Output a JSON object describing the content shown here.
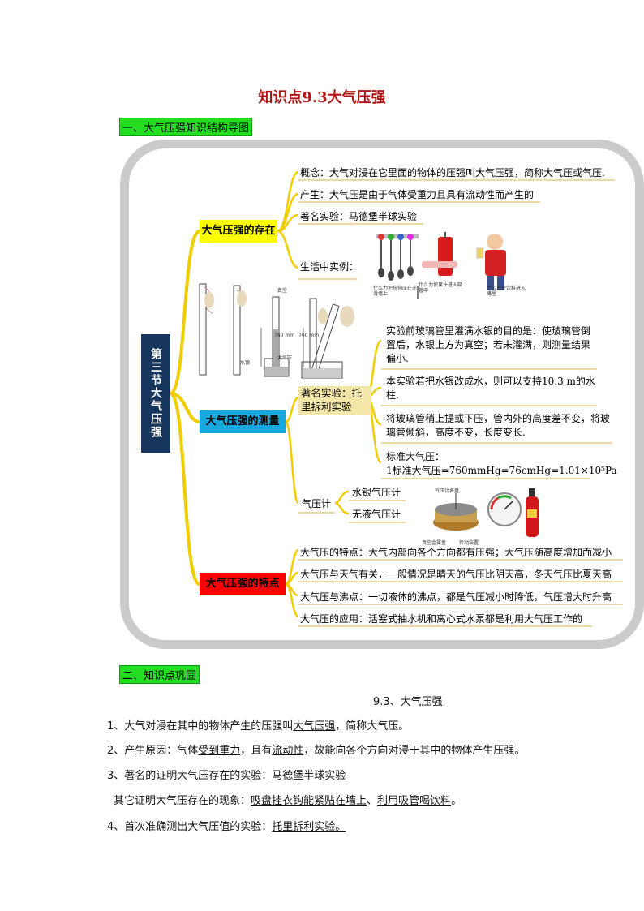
{
  "title": "知识点9.3大气压强",
  "section1": "一、大气压强知识结构导图",
  "mindmap": {
    "root": "第三节大气压强",
    "b1": {
      "label": "大气压强的存在",
      "color": "#ffff00",
      "concept": "概念：大气对浸在它里面的物体的压强叫大气压强，简称大气压或气压.",
      "cause": "产生：大气压是由于气体受重力且具有流动性而产生的",
      "exp": "著名实验：马德堡半球实验",
      "life": "生活中实例：",
      "cap1": "什么力把挂钩压在光滑墙上",
      "cap2": "什么力使果汁进入吸管中",
      "cap3": "什么力使饮料进入嘴里"
    },
    "b2": {
      "label": "大气压强的测量",
      "color": "#17a8e0",
      "exp": "著名实验：托里拆利实验",
      "t1": "实验前玻璃管里灌满水银的目的是：使玻璃管倒置后，水银上方为真空；若未灌满，则测量结果偏小.",
      "t2": "本实验若把水银改成水，则可以支持10.3 m的水柱.",
      "t3": "将玻璃管稍上提或下压，管内外的高度差不变，将玻璃管倾斜，高度不变，长度变长.",
      "t4a": "标准大气压：",
      "t4b": "1标准大气压=760mmHg=76cmHg=1.01×10⁵Pa",
      "baro": "气压计",
      "baro1": "水银气压计",
      "baro2": "无液气压计",
      "lab760a": "760 mm",
      "lab760b": "760 mm",
      "labvac": "真空",
      "labatm": "大气压",
      "labHg": "水银",
      "cap_gauge": "气压计表盘",
      "cap_box": "真空金属盒",
      "cap_spring": "传动装置"
    },
    "b3": {
      "label": "大气压强的特点",
      "color": "#ff0000",
      "f1": "大气压的特点：大气内部向各个方向都有压强；大气压随高度增加而减小",
      "f2": "大气压与天气有关，一般情况是晴天的气压比阴天高，冬天气压比夏天高",
      "f3": "大气压与沸点：一切液体的沸点，都是气压减小时降低，气压增大时升高",
      "f4": "大气压的应用：活塞式抽水机和离心式水泵都是利用大气压工作的"
    }
  },
  "section2": "二、知识点巩固",
  "subtitle": "9.3、大气压强",
  "p1": {
    "a": "1、大气对浸在其中的物体产生的压强叫",
    "b": "大气压强",
    "c": "，简称大气压。"
  },
  "p2": {
    "a": "2、产生原因：气体",
    "b": "受到重力",
    "c": "，且有",
    "d": "流动性",
    "e": "，故能向各个方向对浸于其中的物体产生压强。"
  },
  "p3": {
    "a": "3、著名的证明大气压存在的实验：",
    "b": "马德堡半球实验"
  },
  "p4": {
    "a": "其它证明大气压存在的现象：",
    "b": "吸盘挂衣钩能紧贴在墙上",
    "c": "、",
    "d": "利用吸管喝饮料",
    "e": "。"
  },
  "p5": {
    "a": "4、首次准确测出大气压值的实验：",
    "b": "托里拆利实验。"
  },
  "colors": {
    "title": "#b01818",
    "highlight": "#22dd22",
    "branchline": "#f0cd00",
    "rootbg": "#17365d"
  }
}
